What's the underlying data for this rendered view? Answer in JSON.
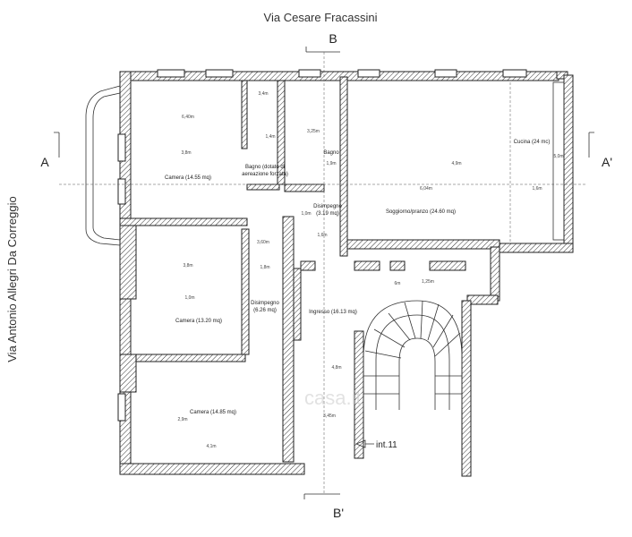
{
  "streets": {
    "top": "Via Cesare Fracassini",
    "left": "Via Antonio Allegri Da Correggio"
  },
  "sections": {
    "b_top": "B",
    "b_bottom": "B'",
    "a_left": "A",
    "a_right": "A'"
  },
  "rooms": {
    "camera1": "Camera (14.55 mq)",
    "bagno_aer_1": "Bagno (dotato di",
    "bagno_aer_2": "aereazione forzata)",
    "bagno": "Bagno",
    "disimpegno1_1": "Disimpegno",
    "disimpegno1_2": "(3.19 mq)",
    "soggiorno": "Soggiorno/pranzo (24.60 mq)",
    "cucina": "Cucina (24 mc)",
    "camera2": "Camera (13.20 mq)",
    "disimpegno2_1": "Disimpegno",
    "disimpegno2_2": "(6.26 mq)",
    "ingresso": "Ingresso (16.13 mq)",
    "camera3": "Camera (14.85 mq)"
  },
  "unit_label": "int.11",
  "dimensions": {
    "d1": "3,4m",
    "d2": "6,40m",
    "d3": "1,4m",
    "d4": "3,25m",
    "d5": "1,9m",
    "d6": "3,8m",
    "d7": "4,9m",
    "d8": "1,6m",
    "d9": "6,04m",
    "d10": "5,0m",
    "d11": "1,0m",
    "d12": "3,60m",
    "d13": "1,6m",
    "d14": "1,8m",
    "d15": "1,25m",
    "d16": "6m",
    "d17": "3,8m",
    "d18": "4,8m",
    "d19": "3,45m",
    "d20": "2,9m",
    "d21": "4,1m",
    "d22": "1,0m"
  },
  "watermark": "casa.it"
}
